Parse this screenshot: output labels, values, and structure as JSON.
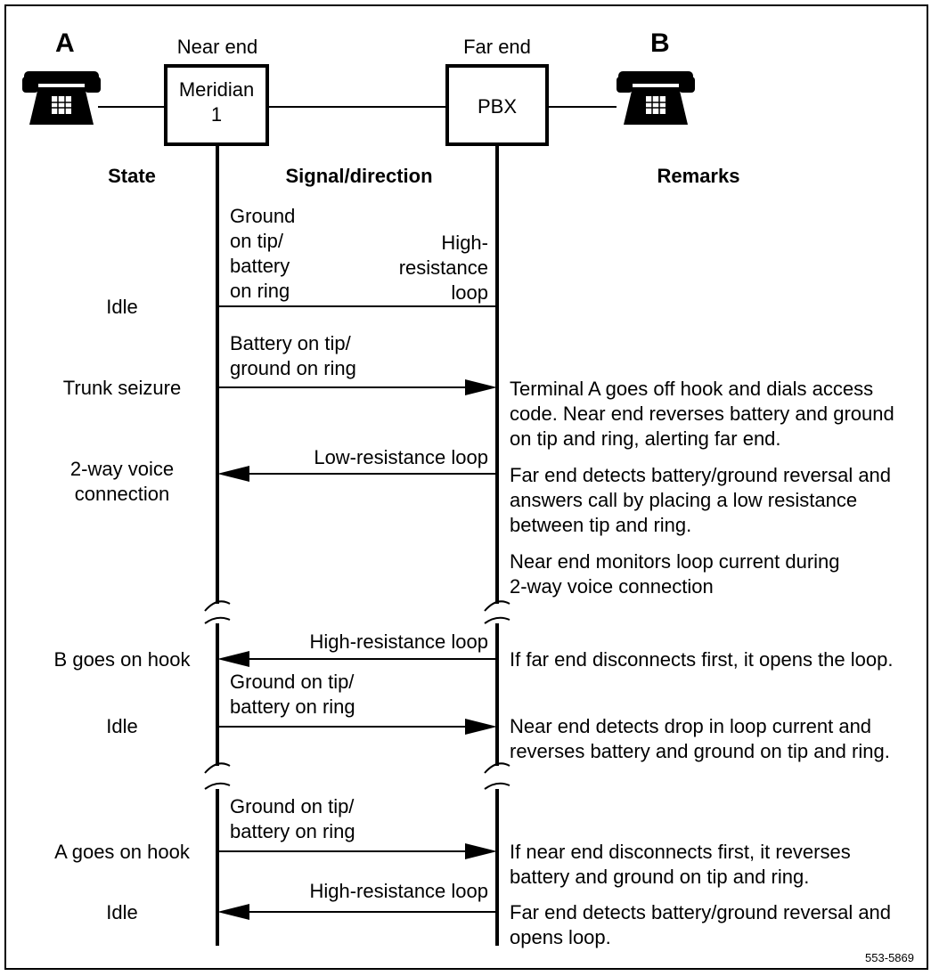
{
  "parties": {
    "a_label": "A",
    "b_label": "B",
    "near_label": "Near end",
    "far_label": "Far end",
    "meridian_line1": "Meridian",
    "meridian_line2": "1",
    "pbx_label": "PBX"
  },
  "headers": {
    "state": "State",
    "signal": "Signal/direction",
    "remarks": "Remarks"
  },
  "signals": [
    {
      "state": [
        "Idle"
      ],
      "direction": "none",
      "signal_left": [
        "Ground",
        "on tip/",
        "battery",
        "on ring"
      ],
      "signal_right": [
        "High-",
        "resistance",
        "loop"
      ],
      "remarks": []
    },
    {
      "state": [
        "Trunk seizure"
      ],
      "direction": "right",
      "signal_left": [
        "Battery on tip/",
        "ground on ring"
      ],
      "signal_right": [],
      "remarks": [
        "Terminal A goes off hook and dials access",
        "code. Near end reverses battery and ground",
        "on tip and ring, alerting far end."
      ]
    },
    {
      "state": [
        "2-way voice",
        "connection"
      ],
      "direction": "left",
      "signal_left": [],
      "signal_right": [
        "Low-resistance loop"
      ],
      "remarks": [
        "Far end detects battery/ground reversal and",
        "answers call by placing a low resistance",
        "between tip and ring."
      ]
    },
    {
      "state": [],
      "direction": "none",
      "signal_left": [],
      "signal_right": [],
      "remarks": [
        "Near end monitors loop current during",
        "2-way voice connection"
      ]
    },
    {
      "state": [
        "B goes on hook"
      ],
      "direction": "left",
      "signal_left": [],
      "signal_right": [
        "High-resistance loop"
      ],
      "remarks": [
        "If far end disconnects first, it opens the loop."
      ]
    },
    {
      "state": [
        "Idle"
      ],
      "direction": "right",
      "signal_left": [
        "Ground on tip/",
        "battery on ring"
      ],
      "signal_right": [],
      "remarks": [
        "Near end detects drop in loop current and",
        "reverses battery and ground on tip and ring."
      ]
    },
    {
      "state": [
        "A goes on hook"
      ],
      "direction": "right",
      "signal_left": [
        "Ground on tip/",
        "battery on ring"
      ],
      "signal_right": [],
      "remarks": [
        "If near end disconnects first, it reverses",
        "battery and ground on tip and ring."
      ]
    },
    {
      "state": [
        "Idle"
      ],
      "direction": "left",
      "signal_left": [],
      "signal_right": [
        "High-resistance loop"
      ],
      "remarks": [
        "Far end detects battery/ground reversal and",
        "opens loop."
      ]
    }
  ],
  "figure_id": "553-5869"
}
